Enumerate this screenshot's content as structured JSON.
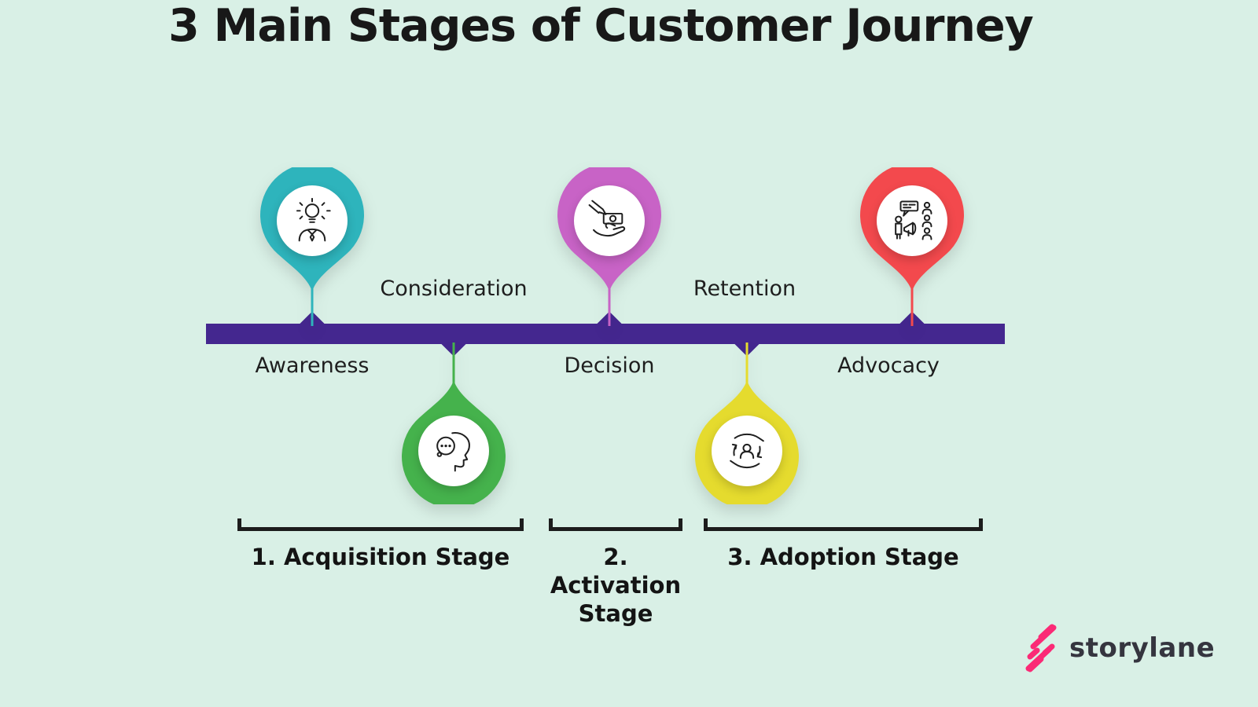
{
  "title": "3 Main Stages of Customer Journey",
  "background_color": "#d9f0e6",
  "timeline": {
    "line_color": "#44278f",
    "milestones": [
      {
        "label": "Awareness",
        "side": "above-line-pin",
        "color": "#2eb4bc",
        "icon": "idea-bulb-person-icon"
      },
      {
        "label": "Consideration",
        "side": "below-line-droplet",
        "color": "#45b24c",
        "icon": "thinking-head-icon"
      },
      {
        "label": "Decision",
        "side": "above-line-pin",
        "color": "#c863c6",
        "icon": "payment-hands-icon"
      },
      {
        "label": "Retention",
        "side": "below-line-droplet",
        "color": "#e5db2e",
        "icon": "customer-care-hands-icon"
      },
      {
        "label": "Advocacy",
        "side": "above-line-pin",
        "color": "#f3494d",
        "icon": "megaphone-audience-icon"
      }
    ]
  },
  "stages": [
    {
      "label": "1. Acquisition Stage"
    },
    {
      "label": "2. Activation Stage"
    },
    {
      "label": "3. Adoption Stage"
    }
  ],
  "brand": {
    "name": "storylane",
    "accent_color": "#fb2a76"
  }
}
